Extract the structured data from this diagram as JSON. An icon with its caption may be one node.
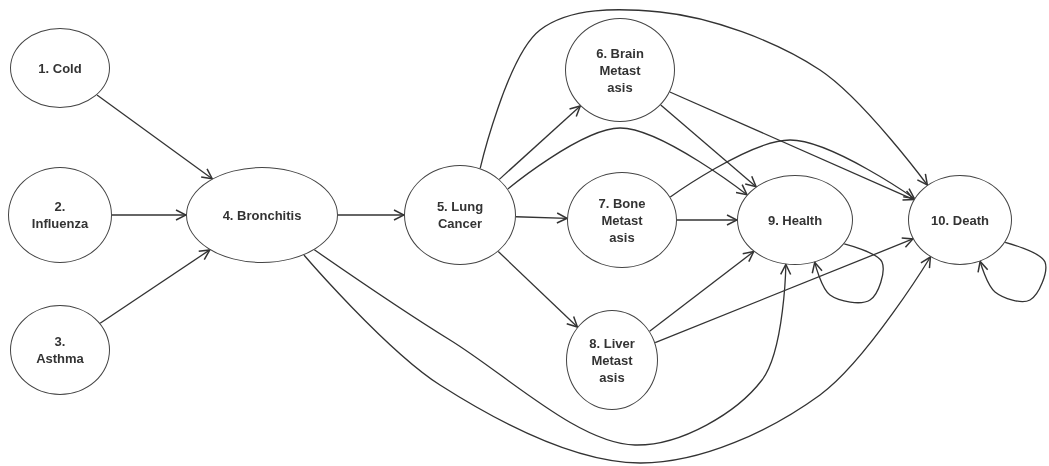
{
  "diagram": {
    "nodes": [
      {
        "text": [
          "1. Cold"
        ]
      },
      {
        "text": [
          "2. Influenza"
        ]
      },
      {
        "text": [
          "3. Asthma"
        ]
      },
      {
        "text": [
          "4. Bronchitis"
        ]
      },
      {
        "text": [
          "5. Lung Cancer"
        ]
      },
      {
        "text": [
          "6. Brain Metast asis"
        ]
      },
      {
        "text": [
          "7. Bone Metast asis"
        ]
      },
      {
        "text": [
          "8. Liver Metast asis"
        ]
      },
      {
        "text": [
          "9. Health"
        ]
      },
      {
        "text": [
          "10. Death"
        ]
      }
    ],
    "edges": [
      {
        "from": 0,
        "to": 3,
        "arrow": "to"
      },
      {
        "from": 1,
        "to": 3,
        "arrow": "to"
      },
      {
        "from": 2,
        "to": 3,
        "arrow": "to"
      },
      {
        "from": 3,
        "to": 4,
        "arrow": "to"
      },
      {
        "from": 4,
        "to": 5,
        "arrow": "to"
      },
      {
        "from": 4,
        "to": 6,
        "arrow": "to"
      },
      {
        "from": 4,
        "to": 7,
        "arrow": "to"
      },
      {
        "from": 4,
        "to": 9,
        "arrow": "to"
      },
      {
        "from": 4,
        "to": 8,
        "arrow": "to"
      },
      {
        "from": 5,
        "to": 8,
        "arrow": "to"
      },
      {
        "from": 5,
        "to": 9,
        "arrow": "to"
      },
      {
        "from": 6,
        "to": 8,
        "arrow": "to"
      },
      {
        "from": 6,
        "to": 9,
        "arrow": "to"
      },
      {
        "from": 7,
        "to": 8,
        "arrow": "to"
      },
      {
        "from": 7,
        "to": 9,
        "arrow": "to"
      },
      {
        "from": 3,
        "to": 8,
        "arrow": "to"
      },
      {
        "from": 3,
        "to": 9,
        "arrow": "to"
      },
      {
        "from": 8,
        "to": 8,
        "arrow": "to"
      },
      {
        "from": 9,
        "to": 9,
        "arrow": "to"
      }
    ]
  }
}
